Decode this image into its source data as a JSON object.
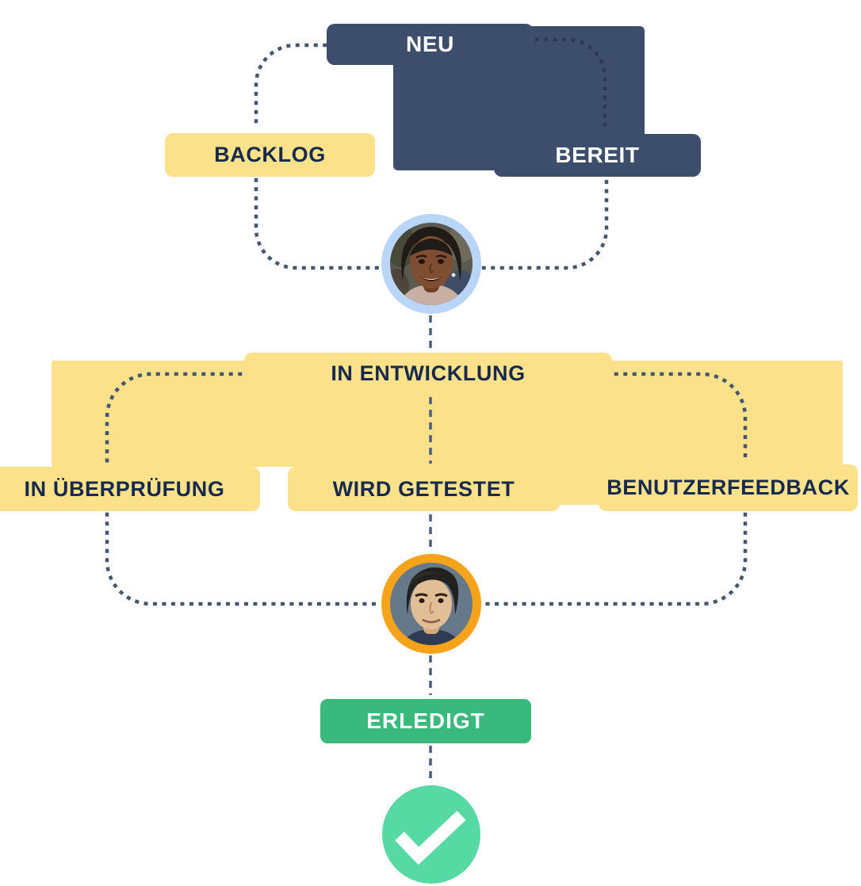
{
  "diagram": {
    "description": "Jira-style workflow diagram with German status labels",
    "statuses": {
      "neu": "NEU",
      "backlog": "BACKLOG",
      "bereit": "BEREIT",
      "in_entwicklung": "IN ENTWICKLUNG",
      "in_ueberpruefung": "IN ÜBERPRÜFUNG",
      "wird_getestet": "WIRD GETESTET",
      "benutzerfeedback": "BENUTZERFEEDBACK",
      "erledigt": "ERLEDIGT"
    },
    "avatars": {
      "reviewer": {
        "alt": "woman team member photo",
        "ring_color": "#B9D5F8"
      },
      "developer": {
        "alt": "man team member photo",
        "ring_color": "#F6A31C"
      }
    },
    "icons": {
      "done": "check-icon"
    },
    "colors": {
      "navy_box": "#3D4E6C",
      "yellow_box": "#FBE28A",
      "green_box": "#3AB97E",
      "mint_circle": "#57D9A3",
      "label_navy": "#17294F",
      "label_white": "#FFFFFF",
      "dot_line": "#43556F",
      "dash_line": "#4D5E80",
      "dot_line_on_navy": "#2C3A57"
    }
  }
}
